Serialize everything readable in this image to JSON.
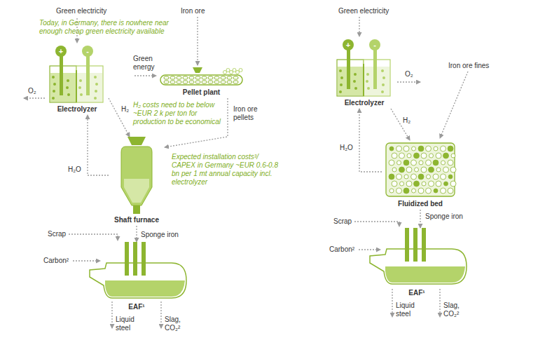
{
  "diagram": {
    "nodes": [
      {
        "text": [
          "Electrolyzer"
        ]
      },
      {
        "text": [
          "Pellet plant"
        ]
      },
      {
        "text": [
          "Shaft furnace"
        ]
      },
      {
        "text": [
          "EAF¹"
        ]
      },
      {
        "text": [
          "Electrolyzer"
        ]
      },
      {
        "text": [
          "Fluidized bed"
        ]
      },
      {
        "text": [
          "EAF¹"
        ]
      }
    ],
    "edges": [
      {
        "from": 0,
        "to": 2,
        "label": "H₂",
        "arrow": "to"
      },
      {
        "from": 2,
        "to": 0,
        "label": "H₂O",
        "arrow": "to"
      },
      {
        "from": 1,
        "to": 2,
        "label": "Iron ore pellets",
        "arrow": "to"
      },
      {
        "from": 2,
        "to": 3,
        "label": "Sponge iron",
        "arrow": "to"
      },
      {
        "from": 4,
        "to": 5,
        "label": "H₂",
        "arrow": "to"
      },
      {
        "from": 5,
        "to": 4,
        "label": "H₂O",
        "arrow": "to"
      },
      {
        "from": 5,
        "to": 6,
        "label": "Sponge iron",
        "arrow": "to"
      }
    ],
    "labels": [
      "Green electricity",
      "Today, in Germany, there is nowhere near enough cheap green electricity available",
      "+",
      "-",
      "O₂",
      "Iron ore",
      "Green energy",
      "H₂ costs need to be below ~EUR 2 k per ton for production to be economical",
      "Expected installation costs³/ CAPEX in Germany ~EUR 0.6-0.8 bn per 1 mt annual capacity incl. electrolyzer",
      "Scrap",
      "Carbon²",
      "Liquid steel",
      "Slag, CO₂²",
      "Green electricity",
      "+",
      "-",
      "O₂",
      "Iron ore fines",
      "Scrap",
      "Carbon²",
      "Liquid steel",
      "Slag, CO₂²"
    ]
  }
}
